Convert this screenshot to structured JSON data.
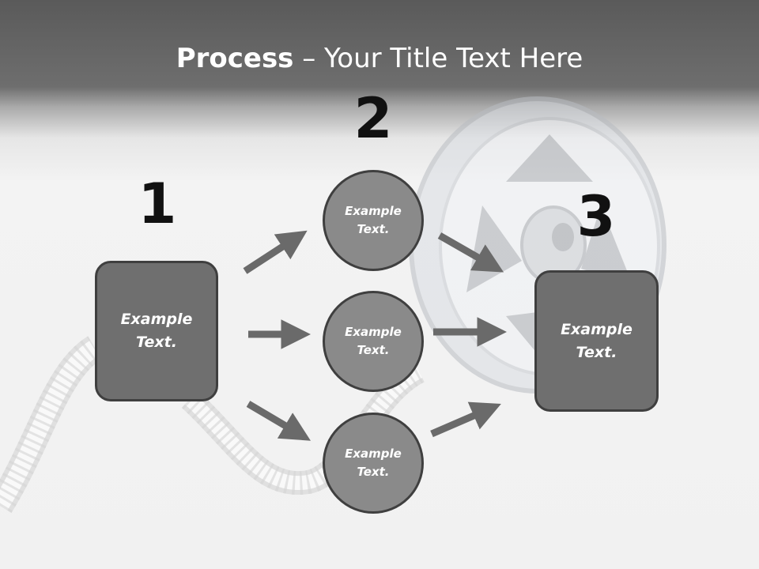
{
  "title": {
    "bold": "Process",
    "rest": " – Your Title Text Here"
  },
  "steps": [
    {
      "number": "1",
      "text_line1": "Example",
      "text_line2": "Text."
    },
    {
      "number": "2",
      "items": [
        {
          "text_line1": "Example",
          "text_line2": "Text."
        },
        {
          "text_line1": "Example",
          "text_line2": "Text."
        },
        {
          "text_line1": "Example",
          "text_line2": "Text."
        }
      ]
    },
    {
      "number": "3",
      "text_line1": "Example",
      "text_line2": "Text."
    }
  ],
  "colors": {
    "header": "#5a5a5a",
    "box_fill": "#6f6f6f",
    "circle_fill": "#8a8a8a",
    "arrow": "#6a6a6a",
    "border": "#3f3f3f"
  },
  "decoration": {
    "background_image": "film-reel-icon"
  }
}
